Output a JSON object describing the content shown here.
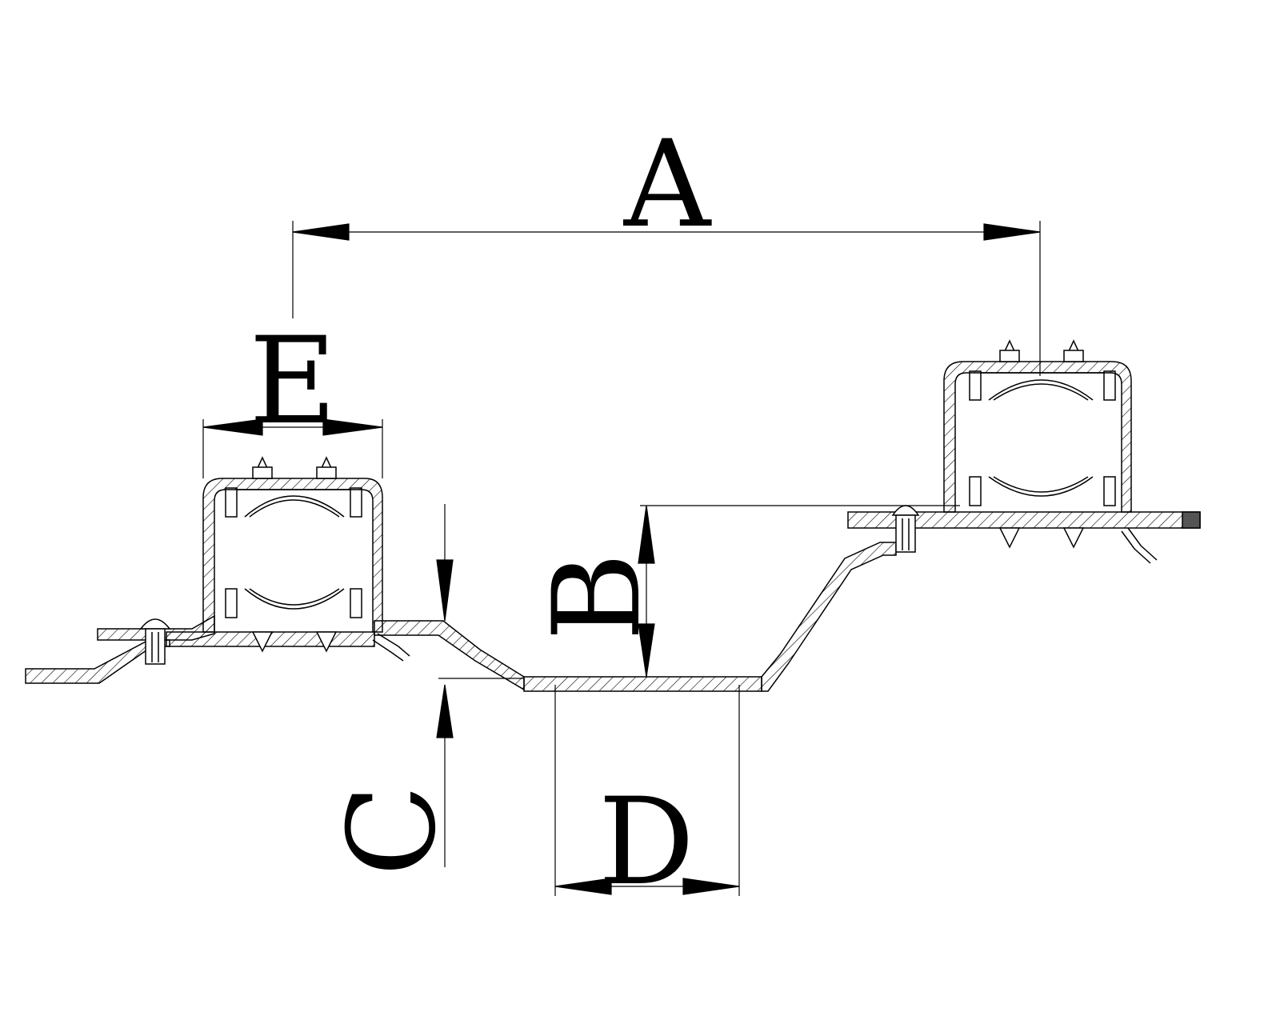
{
  "labels": {
    "a": "A",
    "b": "B",
    "c": "C",
    "d": "D",
    "e": "E"
  },
  "colors": {
    "ink": "#000000",
    "paper": "#ffffff"
  }
}
